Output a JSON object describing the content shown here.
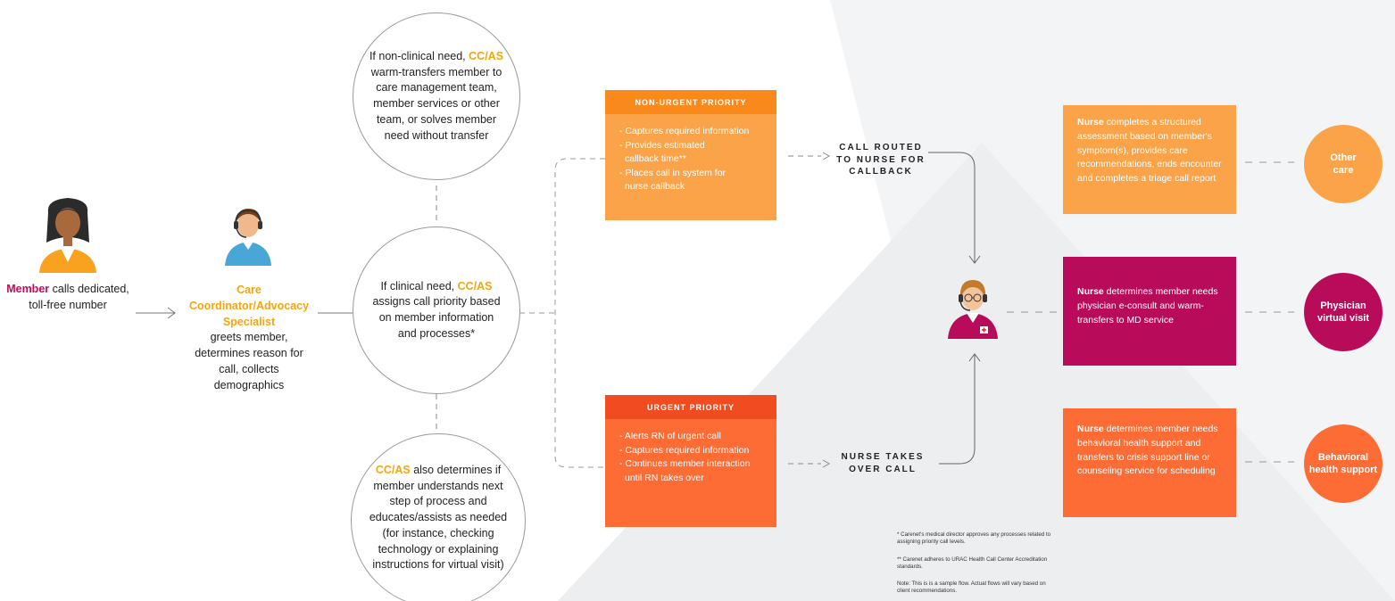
{
  "colors": {
    "orange_light": "#fba348",
    "orange_header": "#f9891a",
    "orange_deep": "#fd6c35",
    "red_header": "#f14b22",
    "magenta": "#b80c5a",
    "accent_yellow": "#f5a50d",
    "accent_magenta": "#c8085a",
    "bg_shade": "#f3f4f5"
  },
  "member": {
    "icon": "member-avatar-icon",
    "highlight": "Member",
    "line1_rest": " calls dedicated,",
    "line2": "toll-free number"
  },
  "coordinator": {
    "icon": "headset-agent-icon",
    "title_lines": [
      "Care",
      "Coordinator/Advocacy",
      "Specialist"
    ],
    "desc_lines": [
      "greets member,",
      "determines reason for",
      "call, collects",
      "demographics"
    ]
  },
  "circle_top": {
    "pre": "If non-clinical need, ",
    "highlight": "CC/AS",
    "lines": [
      "warm-transfers member to",
      "care management team,",
      "member services or other",
      "team, or solves member",
      "need without transfer"
    ]
  },
  "circle_mid": {
    "pre": "If clinical need, ",
    "highlight": "CC/AS",
    "lines": [
      "assigns call priority based",
      "on member information",
      "and processes*"
    ]
  },
  "circle_bottom": {
    "highlight": "CC/AS",
    "post": " also determines if",
    "lines": [
      "member understands next",
      "step of process and",
      "educates/assists as needed",
      "(for instance, checking",
      "technology or explaining",
      "instructions for virtual visit)"
    ]
  },
  "non_urgent": {
    "header": "NON-URGENT PRIORITY",
    "items": [
      "- Captures required information",
      "- Provides estimated",
      "  callback time**",
      "- Places call in system for",
      "  nurse callback"
    ]
  },
  "urgent": {
    "header": "URGENT PRIORITY",
    "items": [
      "- Alerts RN of urgent call",
      "- Captures required information",
      "- Continues member interaction",
      "  until RN takes over"
    ]
  },
  "flow_labels": {
    "callback": [
      "CALL ROUTED",
      "TO NURSE FOR",
      "CALLBACK"
    ],
    "takeover": [
      "NURSE TAKES",
      "OVER CALL"
    ]
  },
  "nurse_icon": "nurse-headset-icon",
  "outcomes": [
    {
      "lead": "Nurse",
      "text": " completes a structured assessment based on member's symptom(s), provides care recommendations, ends encounter and completes a triage call report",
      "result_lines": [
        "Other",
        "care"
      ]
    },
    {
      "lead": "Nurse",
      "text": " determines member needs physician e-consult and warm-transfers to MD service",
      "result_lines": [
        "Physician",
        "virtual visit"
      ]
    },
    {
      "lead": "Nurse",
      "text": " determines member needs behavioral health support and transfers to crisis support line or counseling service for scheduling",
      "result_lines": [
        "Behavioral",
        "health support"
      ]
    }
  ],
  "footnotes": [
    "* Carenet's medical director approves any processes related to assigning priority call levels.",
    "** Carenet adheres to URAC Health Call Center Accreditation standards.",
    "Note: This is is a sample flow. Actual flows will vary based on client recommendations."
  ]
}
